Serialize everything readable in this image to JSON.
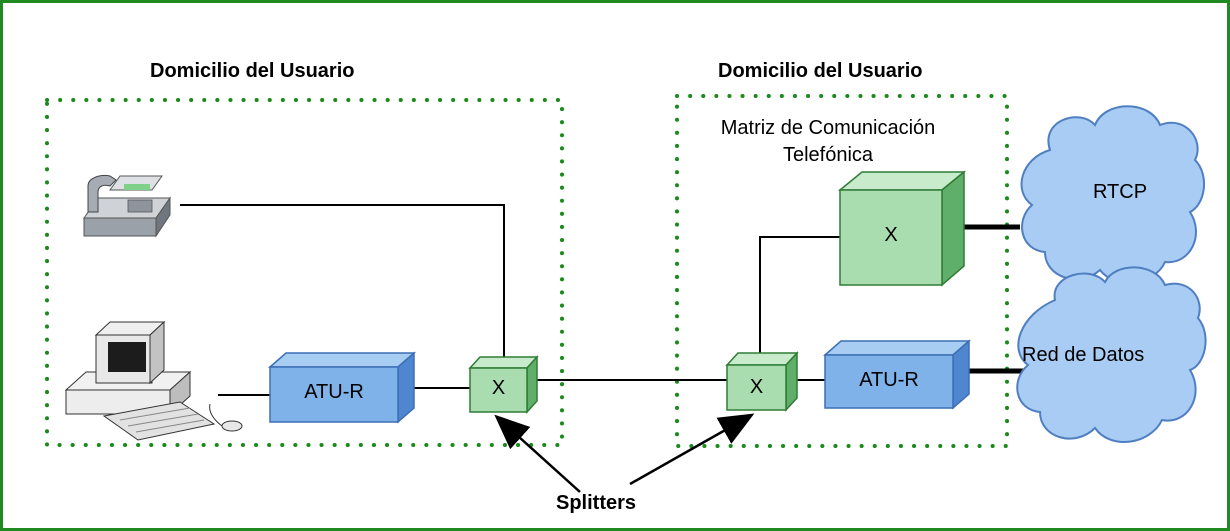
{
  "zones": [
    {
      "title": "Domicilio del Usuario"
    },
    {
      "title": "Domicilio del Usuario",
      "subtitle_line1": "Matriz de Comunicación",
      "subtitle_line2": "Telefónica"
    }
  ],
  "devices": {
    "modem_left": "ATU-R",
    "modem_right": "ATU-R",
    "splitter_left": "X",
    "splitter_right": "X",
    "switch": "X"
  },
  "clouds": {
    "rtcp": "RTCP",
    "data": "Red de Datos"
  },
  "callout": "Splitters",
  "colors": {
    "border": "#1f8a1f",
    "zone_dots": "#1a8a1a",
    "blue_fill": "#7fb2e8",
    "blue_edge": "#3d6fb6",
    "green_fill": "#a9dcae",
    "green_edge": "#2f7d37",
    "cloud_fill": "#a9ccf4",
    "cloud_edge": "#4f7fc0"
  }
}
